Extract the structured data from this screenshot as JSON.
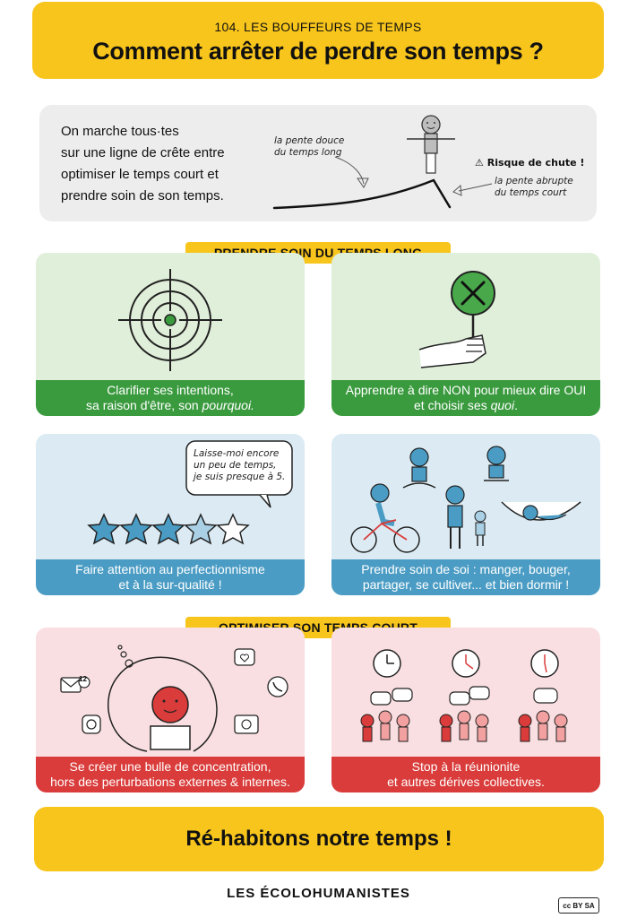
{
  "header": {
    "subtitle": "104. LES BOUFFEURS DE TEMPS",
    "title": "Comment arrêter de perdre son temps ?"
  },
  "intro": {
    "lines": [
      "On marche tous·tes",
      "sur une ligne de crête entre",
      "optimiser le temps court et",
      "prendre soin de son temps."
    ],
    "slope_long": [
      "la pente douce",
      "du temps long"
    ],
    "risk": "Risque de chute !",
    "slope_short": [
      "la pente abrupte",
      "du temps court"
    ]
  },
  "sections": {
    "long_term": "PRENDRE SOIN DU TEMPS LONG",
    "short_term": "OPTIMISER SON TEMPS COURT"
  },
  "cards": {
    "intentions": {
      "line1": "Clarifier ses intentions,",
      "line2_pre": "sa raison d'être, son ",
      "line2_em": "pourquoi."
    },
    "say_no": {
      "line1": "Apprendre à dire NON pour mieux dire OUI",
      "line2_pre": "et choisir ses ",
      "line2_em": "quoi",
      "line2_post": "."
    },
    "perfection": {
      "bubble": [
        "Laisse-moi encore",
        "un peu de temps,",
        "je suis presque à 5."
      ],
      "line1": "Faire attention au perfectionnisme",
      "line2": "et à la sur-qualité !"
    },
    "self_care": {
      "line1": "Prendre soin de soi : manger, bouger,",
      "line2": "partager, se cultiver... et bien dormir !"
    },
    "focus": {
      "badge": "12",
      "line1": "Se créer une bulle de concentration,",
      "line2": "hors des perturbations externes & internes."
    },
    "meetings": {
      "line1": "Stop à la réunionite",
      "line2": "et autres dérives collectives."
    }
  },
  "footer": {
    "slogan": "Ré-habitons notre temps !"
  },
  "brand": "LES ÉCOLOHUMANISTES",
  "license": "cc BY SA",
  "colors": {
    "yellow": "#f8c51c",
    "green": "#3a9a3e",
    "blue": "#4b9cc4",
    "red": "#d93c3a",
    "grey_panel": "#ededed"
  }
}
